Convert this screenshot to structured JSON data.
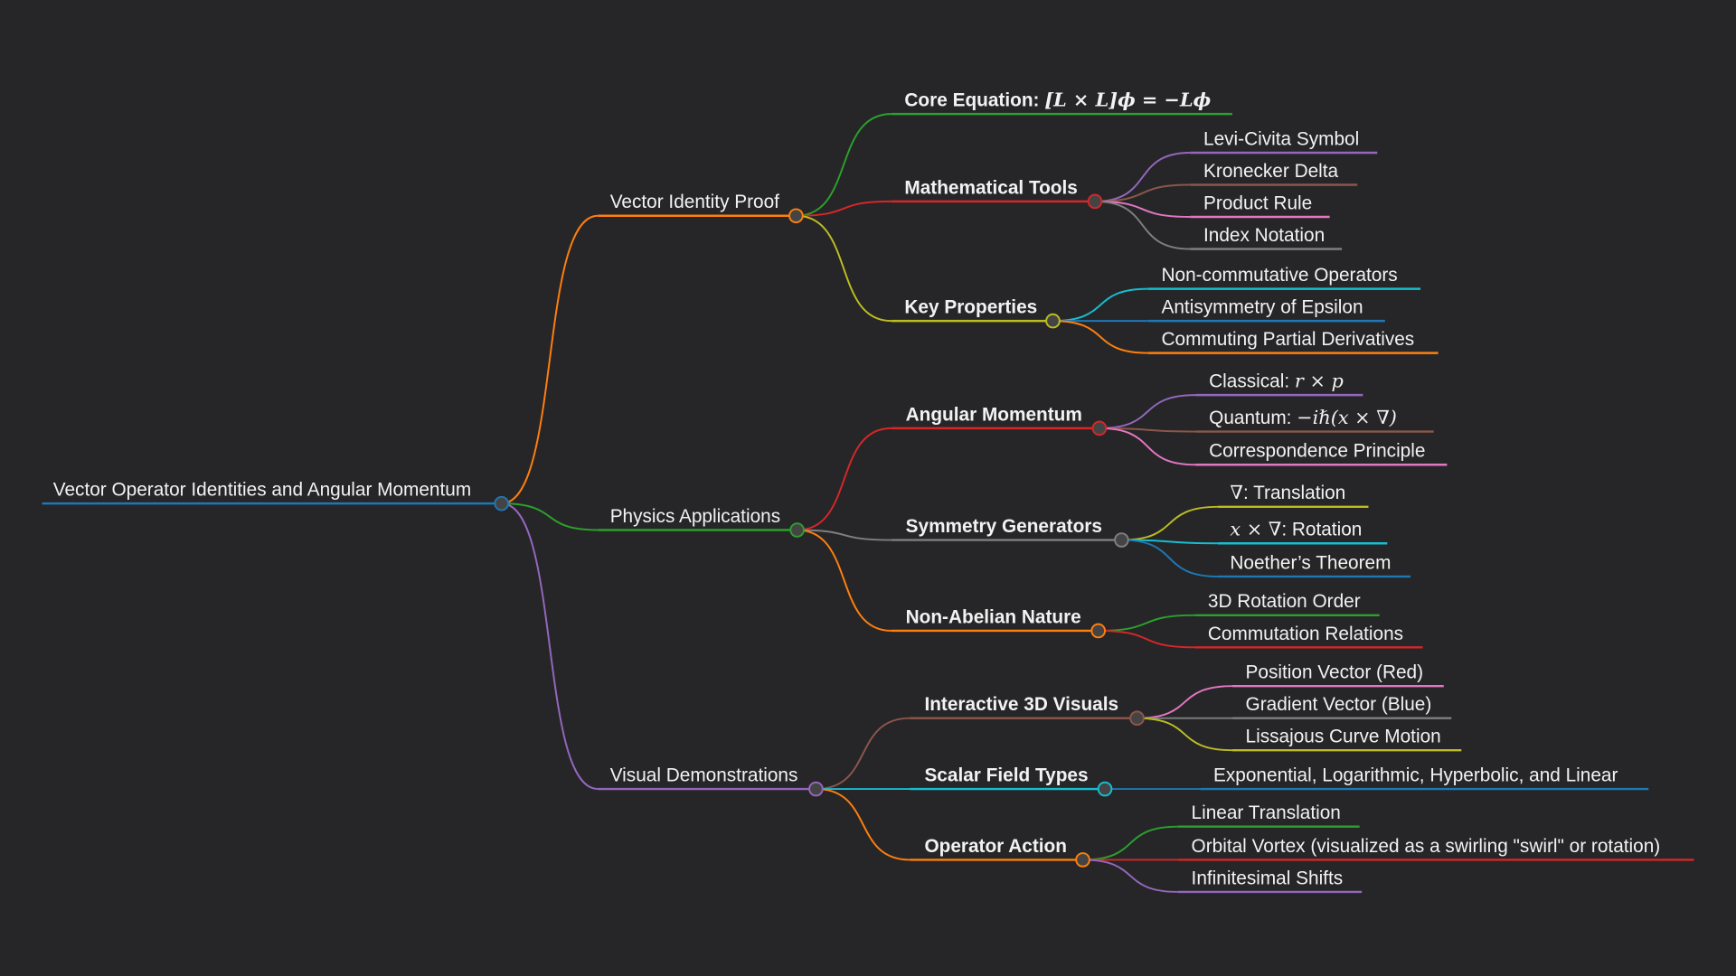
{
  "title": "Vector Operator Identities and Angular Momentum",
  "root": {
    "label": "Vector Operator Identities and Angular Momentum",
    "color": "#1f77b4",
    "children": [
      {
        "label": "Vector Identity Proof",
        "color": "#ff7f0e",
        "children": [
          {
            "label": "Core Equation: ",
            "math": "[L × L]ϕ = −Lϕ",
            "color": "#2ca02c",
            "children": []
          },
          {
            "label": "Mathematical Tools",
            "color": "#d62728",
            "children": [
              {
                "label": "Levi-Civita Symbol",
                "color": "#9467bd"
              },
              {
                "label": "Kronecker Delta",
                "color": "#8c564b"
              },
              {
                "label": "Product Rule",
                "color": "#e377c2"
              },
              {
                "label": "Index Notation",
                "color": "#7f7f7f"
              }
            ]
          },
          {
            "label": "Key Properties",
            "color": "#bcbd22",
            "children": [
              {
                "label": "Non-commutative Operators",
                "color": "#17becf"
              },
              {
                "label": "Antisymmetry of Epsilon",
                "color": "#1f77b4"
              },
              {
                "label": "Commuting Partial Derivatives",
                "color": "#ff7f0e"
              }
            ]
          }
        ]
      },
      {
        "label": "Physics Applications",
        "color": "#2ca02c",
        "children": [
          {
            "label": "Angular Momentum",
            "color": "#d62728",
            "children": [
              {
                "label": "Classical: ",
                "math": "r × p",
                "color": "#9467bd"
              },
              {
                "label": "Quantum: ",
                "math": "−iℏ(x × ∇)",
                "color": "#8c564b"
              },
              {
                "label": "Correspondence Principle",
                "color": "#e377c2"
              }
            ]
          },
          {
            "label": "Symmetry Generators",
            "color": "#7f7f7f",
            "children": [
              {
                "prefix_math": "∇",
                "label": ": Translation",
                "color": "#bcbd22"
              },
              {
                "prefix_math": "x × ∇",
                "label": ": Rotation",
                "color": "#17becf"
              },
              {
                "label": "Noether’s Theorem",
                "color": "#1f77b4"
              }
            ]
          },
          {
            "label": "Non-Abelian Nature",
            "color": "#ff7f0e",
            "children": [
              {
                "label": "3D Rotation Order",
                "color": "#2ca02c"
              },
              {
                "label": "Commutation Relations",
                "color": "#d62728"
              }
            ]
          }
        ]
      },
      {
        "label": "Visual Demonstrations",
        "color": "#9467bd",
        "children": [
          {
            "label": "Interactive 3D Visuals",
            "color": "#8c564b",
            "children": [
              {
                "label": "Position Vector (Red)",
                "color": "#e377c2"
              },
              {
                "label": "Gradient Vector (Blue)",
                "color": "#7f7f7f"
              },
              {
                "label": "Lissajous Curve Motion",
                "color": "#bcbd22"
              }
            ]
          },
          {
            "label": "Scalar Field Types",
            "color": "#17becf",
            "children": [
              {
                "label": "Exponential, Logarithmic, Hyperbolic, and Linear",
                "color": "#1f77b4"
              }
            ]
          },
          {
            "label": "Operator Action",
            "color": "#ff7f0e",
            "children": [
              {
                "label": "Linear Translation",
                "color": "#2ca02c"
              },
              {
                "label": "Orbital Vortex (visualized as a swirling \"swirl\" or rotation)",
                "color": "#d62728"
              },
              {
                "label": "Infinitesimal Shifts",
                "color": "#9467bd"
              }
            ]
          }
        ]
      }
    ]
  }
}
